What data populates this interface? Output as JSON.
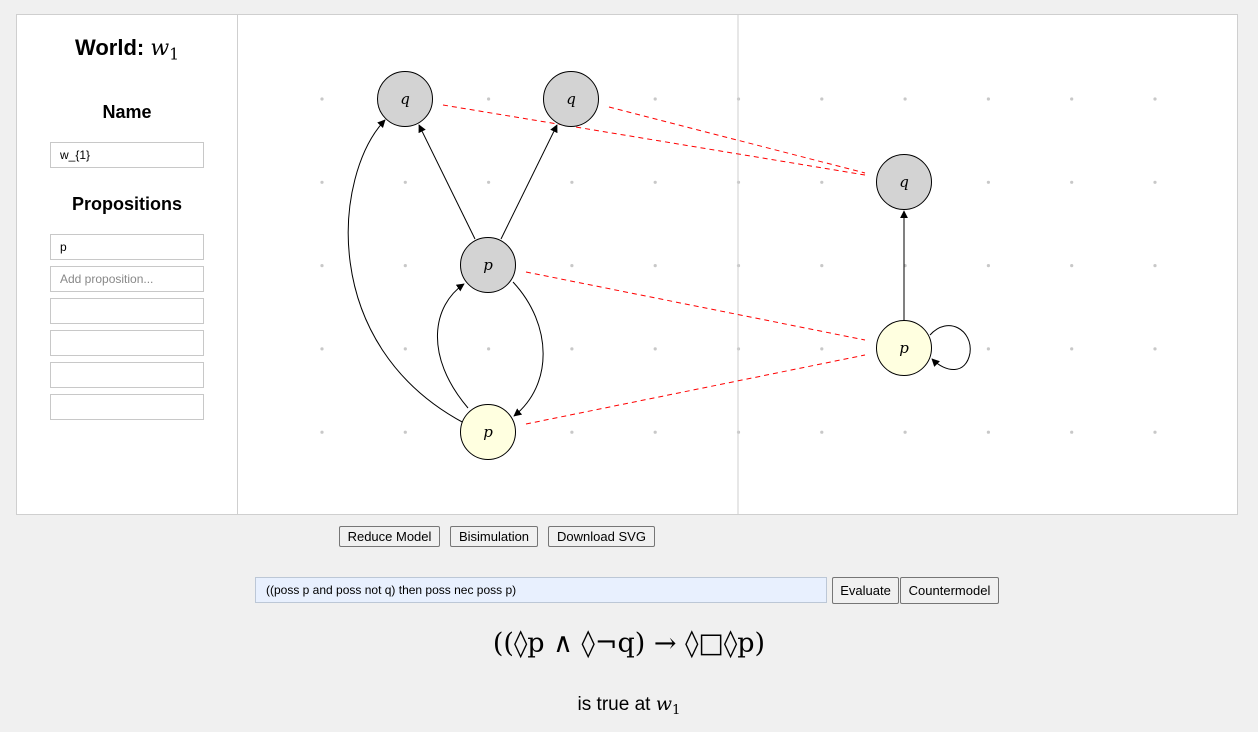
{
  "sidebar": {
    "world_label": "World:",
    "world_var": "w",
    "world_sub": "1",
    "name_heading": "Name",
    "name_value": "w_{1}",
    "props_heading": "Propositions",
    "prop_value": "p",
    "prop_placeholder": "Add proposition..."
  },
  "graph": {
    "dot_color": "#c8c8c8",
    "gray_node_fill": "#d3d3d3",
    "yellow_node_fill": "#ffffe0",
    "bisim_color": "#ff0000",
    "left_model": {
      "nodes": [
        {
          "id": "a",
          "label": "q",
          "fill": "gray"
        },
        {
          "id": "b",
          "label": "q",
          "fill": "gray"
        },
        {
          "id": "c",
          "label": "p",
          "fill": "gray"
        },
        {
          "id": "d",
          "label": "p",
          "fill": "yellow"
        }
      ],
      "edges": [
        [
          "c",
          "a"
        ],
        [
          "c",
          "b"
        ],
        [
          "d",
          "a"
        ],
        [
          "d",
          "c"
        ],
        [
          "c",
          "d"
        ]
      ]
    },
    "right_model": {
      "nodes": [
        {
          "id": "e",
          "label": "q",
          "fill": "gray"
        },
        {
          "id": "f",
          "label": "p",
          "fill": "yellow"
        }
      ],
      "edges": [
        [
          "f",
          "e"
        ],
        [
          "f",
          "f"
        ]
      ]
    },
    "bisimulation_links": [
      [
        "a",
        "e"
      ],
      [
        "b",
        "e"
      ],
      [
        "c",
        "f"
      ],
      [
        "d",
        "f"
      ]
    ]
  },
  "toolbar": {
    "reduce_label": "Reduce Model",
    "bisim_label": "Bisimulation",
    "download_label": "Download SVG"
  },
  "formula": {
    "input_value": "((poss p and poss not q) then poss nec poss p)",
    "evaluate_label": "Evaluate",
    "countermodel_label": "Countermodel",
    "rendered": "((◊p ∧ ◊¬q) → ◊□◊p)"
  },
  "result": {
    "prefix": "is true at",
    "world_var": "w",
    "world_sub": "1"
  }
}
